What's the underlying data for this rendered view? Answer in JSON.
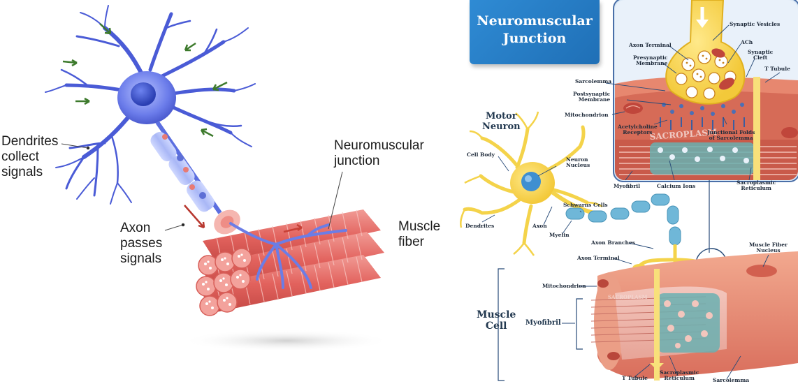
{
  "left_panel": {
    "labels": {
      "dendrites": "Dendrites\ncollect\nsignals",
      "axon": "Axon\npasses\nsignals",
      "neuromuscular_junction": "Neuromuscular\njunction",
      "muscle_fiber": "Muscle\nfiber"
    }
  },
  "right_panel": {
    "title": "Neuromuscular\nJunction",
    "motor_neuron_title": "Motor\nNeuron",
    "muscle_cell_title": "Muscle\nCell",
    "myofibril_main": "Myofibril",
    "inset_labels": {
      "synaptic_vesicles": "Synaptic Vesicles",
      "axon_terminal": "Axon Terminal",
      "ach": "ACh",
      "presynaptic_membrane": "Presynaptic\nMembrane",
      "synaptic_cleft": "Synaptic\nCleft",
      "sarcolemma": "Sarcolemma",
      "t_tubule": "T Tubule",
      "postsynaptic_membrane": "Postsynaptic\nMembrane",
      "mitochondrion": "Mitochondrion",
      "acetylcholine_receptors": "Acetylcholine\nReceptors",
      "junctional_folds": "Junctional Folds\nof Sarcolemma",
      "myofibril": "Myofibril",
      "calcium_ions": "Calcium Ions",
      "sacroplasmic_reticulum": "Sacroplasmic\nReticulum",
      "sacroplasm": "SACROPLASM"
    },
    "neuron_labels": {
      "cell_body": "Cell Body",
      "neuron_nucleus": "Neuron\nNucleus",
      "dendrites": "Dendrites",
      "axon": "Axon",
      "schwarns_cells": "Schwarns Cells",
      "myelin": "Myelin",
      "axon_branches": "Axon Branches",
      "axon_terminal": "Axon Terminal"
    },
    "muscle_labels": {
      "muscle_fiber_nucleus": "Muscle Fiber\nNucleus",
      "mitochondrion": "Mitochondrion",
      "t_tubule": "T Tubule",
      "sacroplasmic_reticulum": "Sacroplasmic\nReticulum",
      "sarcolemma": "Sarcolemma",
      "sacroplasm": "SACROPLASM"
    }
  },
  "colors": {
    "neuron_blue": "#5b6ee0",
    "muscle_red": "#e46a66",
    "badge_blue": "#2a82cc",
    "neuron_yellow": "#f7d94c",
    "reticulum_teal": "#5fa9ac",
    "arrow_green": "#3d7a2c"
  }
}
